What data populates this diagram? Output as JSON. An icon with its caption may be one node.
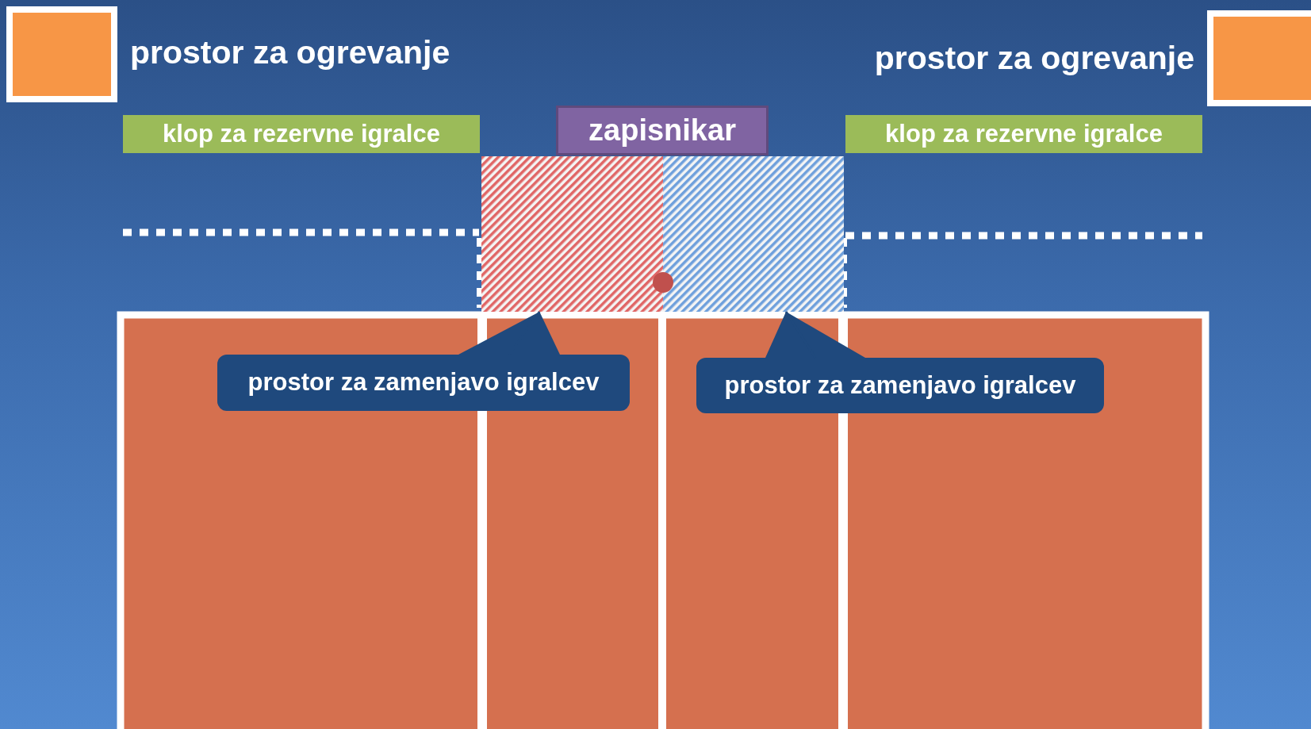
{
  "diagram": {
    "nodes": [
      {
        "text": [],
        "shape": "box",
        "beside": [
          "prostor za ogrevanje"
        ]
      },
      {
        "text": [],
        "shape": "box",
        "beside": [
          "prostor za ogrevanje"
        ]
      },
      {
        "text": [
          "klop za rezervne igralce"
        ]
      },
      {
        "text": [
          "zapisnikar"
        ]
      },
      {
        "text": [
          "klop za rezervne igralce"
        ]
      },
      {
        "text": [],
        "shape": "box"
      },
      {
        "text": [],
        "shape": "box"
      },
      {
        "text": [
          "prostor za zamenjavo igralcev"
        ]
      },
      {
        "text": [
          "prostor za zamenjavo igralcev"
        ]
      }
    ],
    "edges": [
      {
        "from": 7,
        "to": 5,
        "arrow": "none"
      },
      {
        "from": 8,
        "to": 6,
        "arrow": "none"
      }
    ]
  }
}
